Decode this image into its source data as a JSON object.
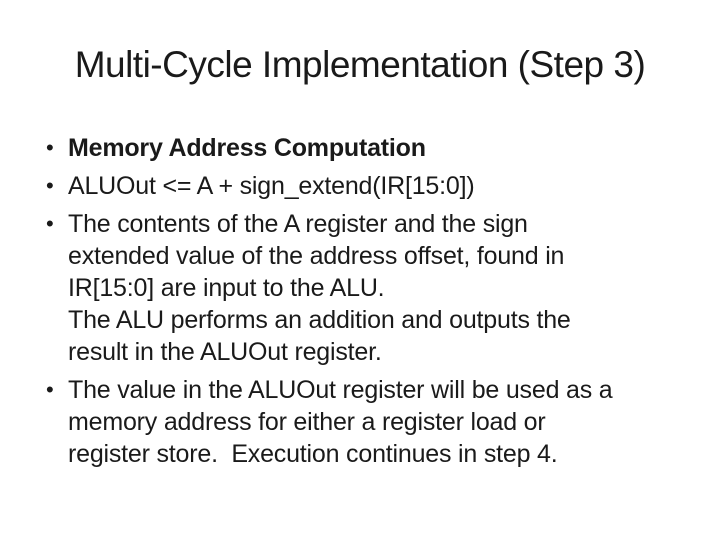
{
  "slide": {
    "title": "Multi-Cycle Implementation (Step 3)",
    "bullet_glyph": "•",
    "colors": {
      "background": "#ffffff",
      "text": "#1a1a1a"
    },
    "bullets": [
      {
        "bold": true,
        "lines": [
          "Memory Address Computation"
        ]
      },
      {
        "bold": false,
        "lines": [
          "ALUOut <= A + sign_extend(IR[15:0])"
        ]
      },
      {
        "bold": false,
        "lines": [
          "The contents of the A register and the sign",
          "extended value of the address offset, found in",
          "IR[15:0] are input to the ALU.",
          "The ALU performs an addition and outputs the",
          "result in the ALUOut register."
        ]
      },
      {
        "bold": false,
        "lines": [
          "The value in the ALUOut register will be used as a",
          "memory address for either a register load or",
          "register store.  Execution continues in step 4."
        ]
      }
    ]
  }
}
